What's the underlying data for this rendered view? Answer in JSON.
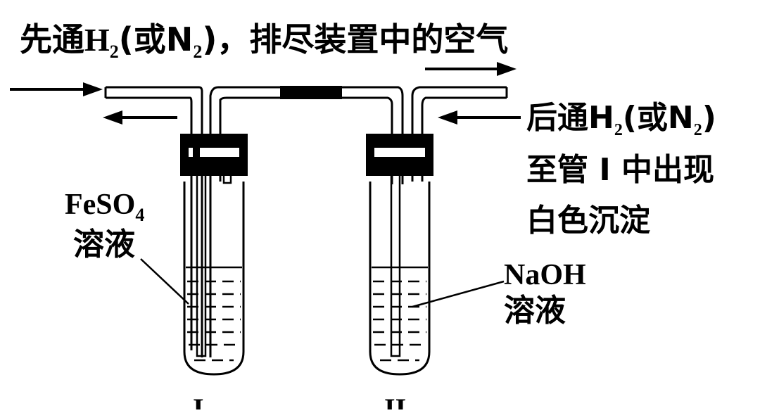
{
  "labels": {
    "top_instruction": {
      "prefix": "先通",
      "h": "H",
      "sub1": "2",
      "mid": "(或N",
      "sub2": "2",
      "suffix": ")，排尽装置中的空气"
    },
    "right_instruction": {
      "line1_prefix": "后通H",
      "line1_sub1": "2",
      "line1_mid": "(或N",
      "line1_sub2": "2",
      "line1_suffix": ")",
      "line2": "至管 I 中出现",
      "line3": "白色沉淀"
    },
    "left_solution": {
      "formula": "FeSO",
      "subscript": "4",
      "line2": "溶液"
    },
    "right_solution": {
      "line1": "NaOH",
      "line2": "溶液"
    },
    "tube_I": "I",
    "tube_II": "II"
  }
}
